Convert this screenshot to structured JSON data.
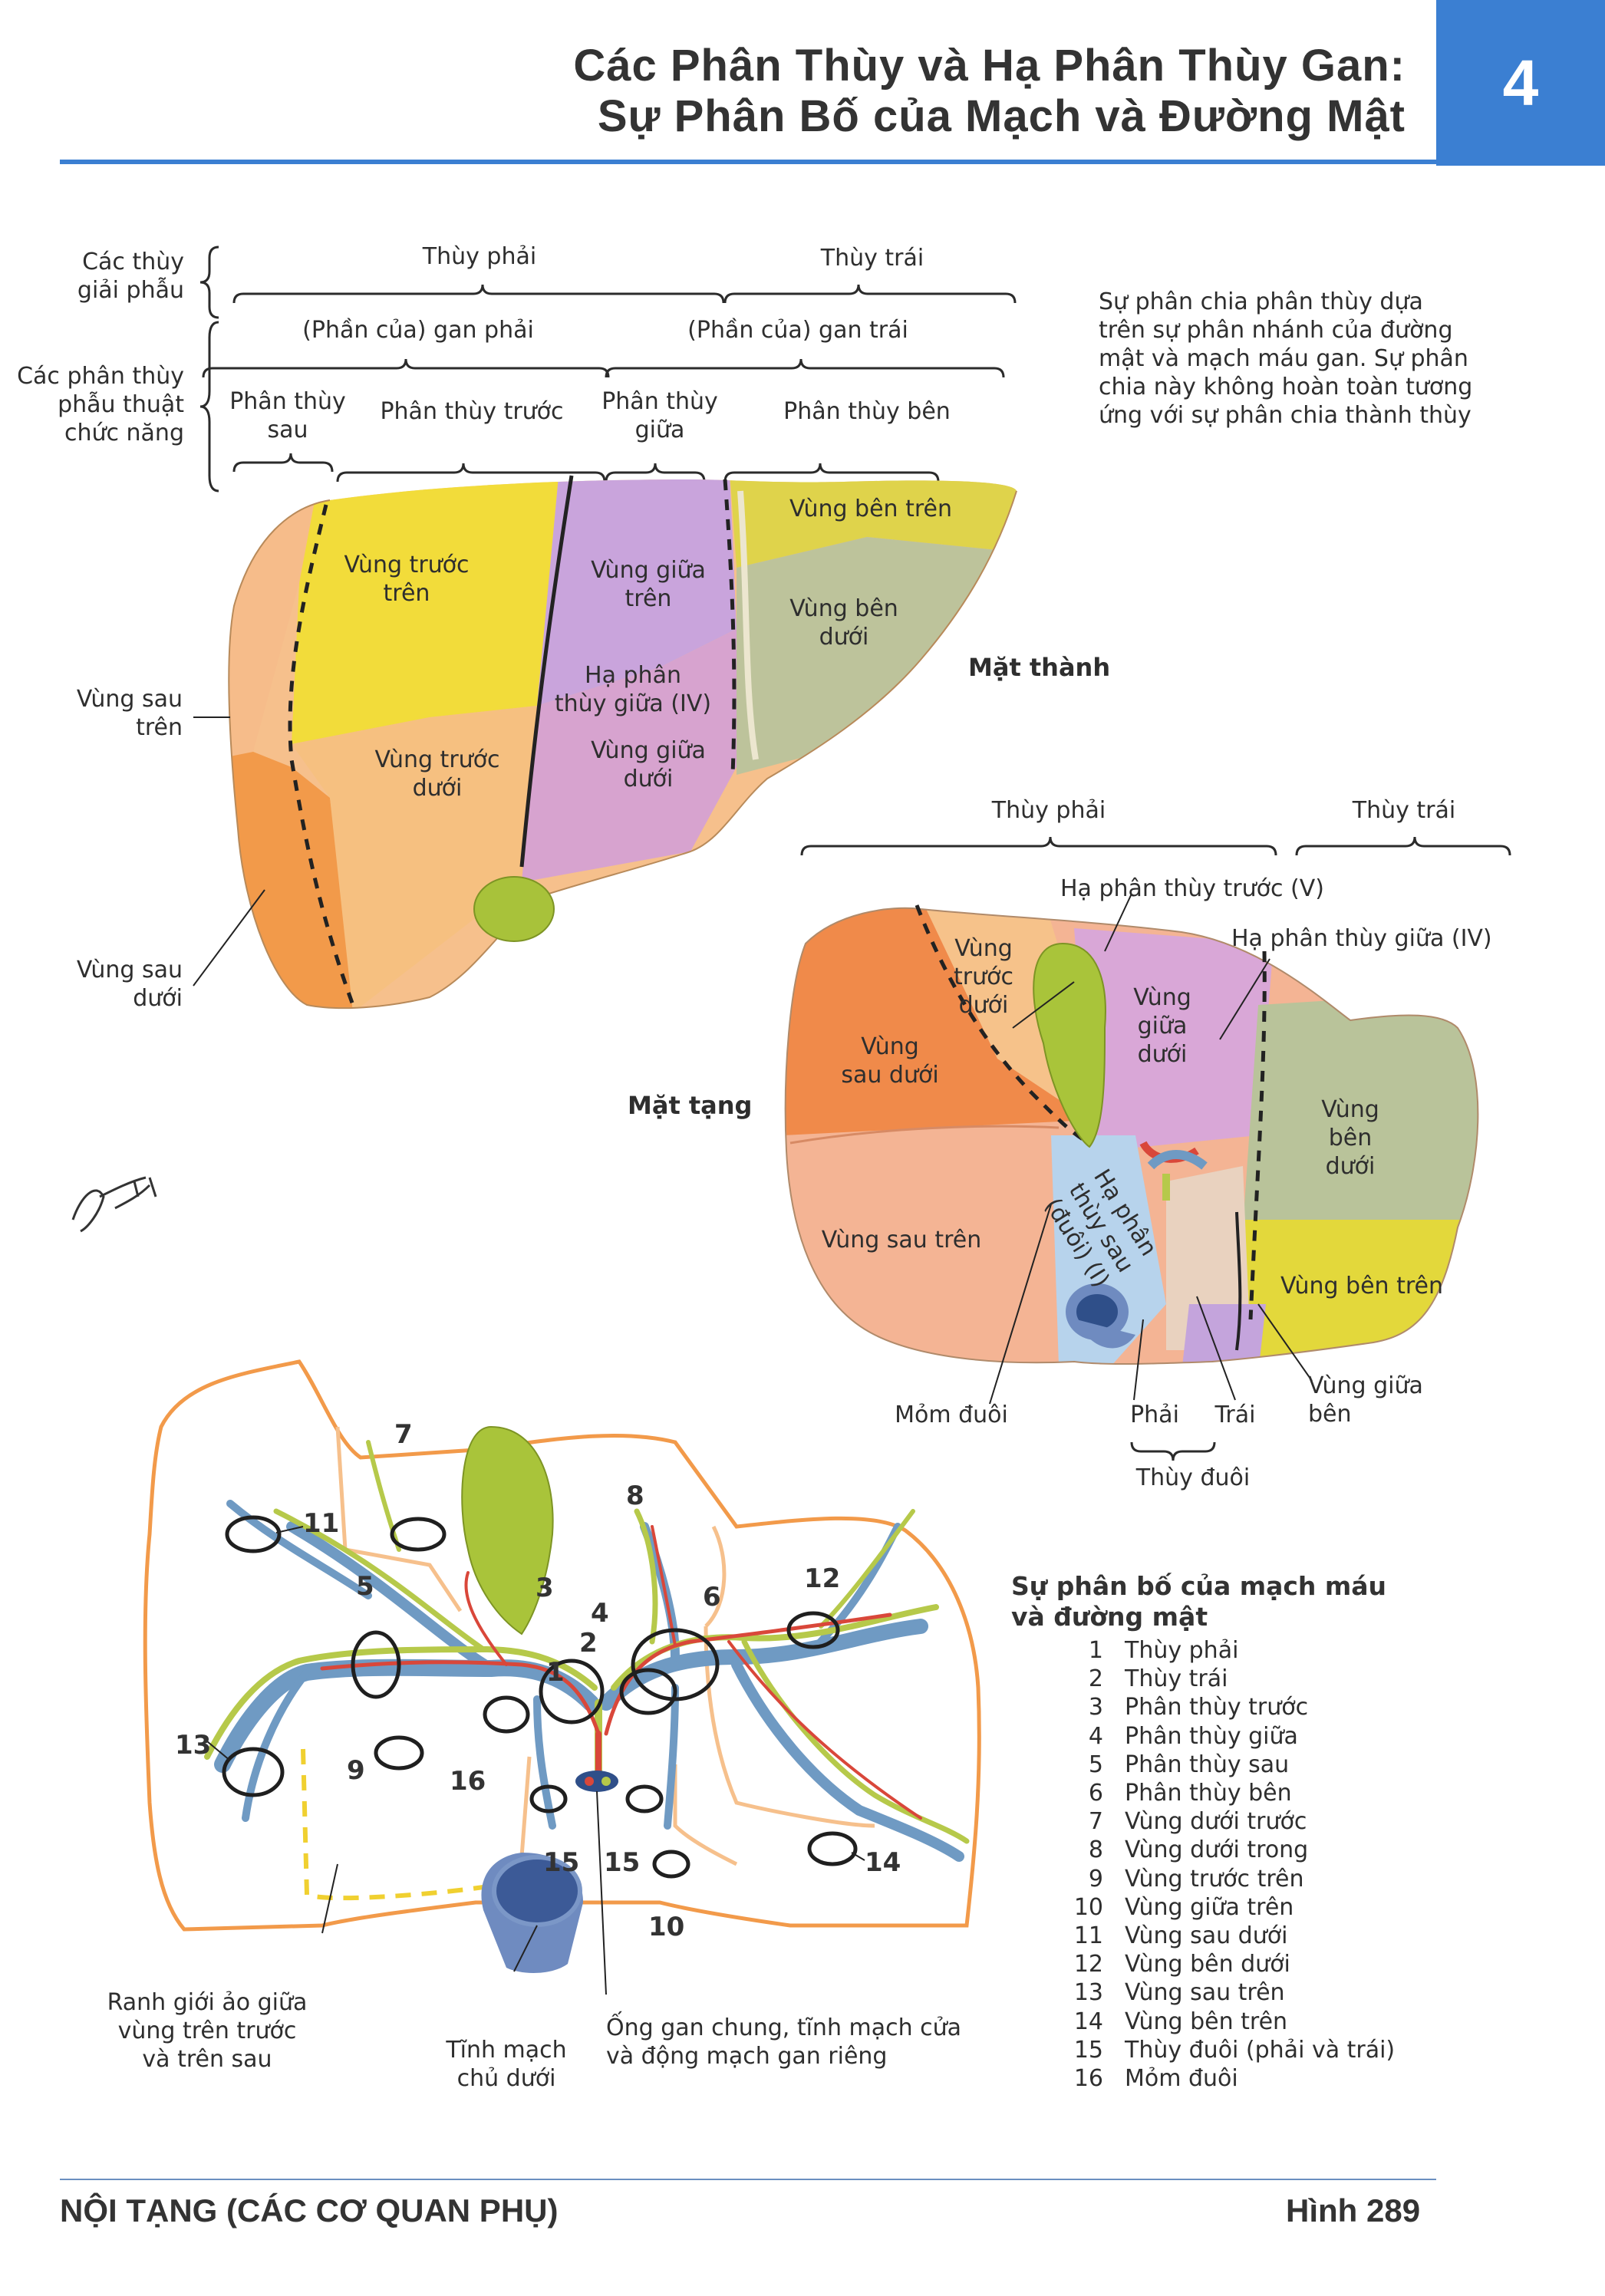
{
  "header": {
    "title_line1": "Các Phân Thùy và Hạ Phân Thùy Gan:",
    "title_line2": "Sự Phân Bố của Mạch và Đường Mật",
    "plate_number": "4"
  },
  "top_diagram": {
    "row_labels": {
      "anatomic": "Các thùy\ngiải phẫu",
      "functional": "Các phân thùy\nphẫu thuật\nchức năng"
    },
    "lobes": {
      "right": "Thùy phải",
      "left": "Thùy trái"
    },
    "parts": {
      "right": "(Phần của) gan phải",
      "left": "(Phần của) gan trái"
    },
    "segments": {
      "posterior": "Phân thùy\nsau",
      "anterior": "Phân thùy trước",
      "medial": "Phân thùy\ngiữa",
      "lateral": "Phân thùy bên"
    },
    "note": "Sự phân chia phân thùy dựa\ntrên sự phân nhánh của đường\nmật và mạch máu gan. Sự phân\nchia này không hoàn toàn tương\nứng với sự phân chia thành thùy",
    "regions": {
      "ant_superior": "Vùng trước\ntrên",
      "ant_inferior": "Vùng trước\ndưới",
      "med_superior": "Vùng giữa\ntrên",
      "med_subsegment": "Hạ phân\nthùy giữa (IV)",
      "med_inferior": "Vùng giữa\ndưới",
      "lat_superior": "Vùng bên trên",
      "lat_inferior": "Vùng bên\ndưới",
      "post_superior": "Vùng sau\ntrên",
      "post_inferior": "Vùng sau\ndưới"
    },
    "surface": "Mặt thành"
  },
  "visceral_diagram": {
    "surface": "Mặt tạng",
    "lobes": {
      "right": "Thùy phải",
      "left": "Thùy trái"
    },
    "callouts": {
      "anterior_sub": "Hạ phân thùy trước (V)",
      "medial_sub": "Hạ phân thùy giữa (IV)"
    },
    "regions": {
      "ant_inferior": "Vùng\ntrước\ndưới",
      "post_inferior": "Vùng\nsau dưới",
      "med_inferior": "Vùng\ngiữa\ndưới",
      "lat_inferior": "Vùng\nbên\ndưới",
      "post_superior": "Vùng sau trên",
      "caudate": "Hạ phân\nthùy sau\n(đuôi) (I)",
      "lat_superior": "Vùng bên trên",
      "med_lateral": "Vùng giữa\nbên"
    },
    "bottom": {
      "process": "Mỏm đuôi",
      "right": "Phải",
      "left": "Trái",
      "caudate_lobe": "Thùy đuôi"
    }
  },
  "vascular_diagram": {
    "numbers": [
      "1",
      "2",
      "3",
      "4",
      "5",
      "6",
      "7",
      "8",
      "9",
      "10",
      "11",
      "12",
      "13",
      "14",
      "15",
      "15",
      "16"
    ],
    "captions": {
      "boundary": "Ranh giới ảo giữa\nvùng trên trước\nvà trên sau",
      "ivc": "Tĩnh mạch\nchủ dưới",
      "duct": "Ống gan chung, tĩnh mạch cửa\nvà động mạch gan riêng"
    },
    "legend_title": "Sự phân bố của mạch máu\nvà đường mật",
    "legend": [
      {
        "n": "1",
        "t": "Thùy phải"
      },
      {
        "n": "2",
        "t": "Thùy trái"
      },
      {
        "n": "3",
        "t": "Phân thùy trước"
      },
      {
        "n": "4",
        "t": "Phân thùy giữa"
      },
      {
        "n": "5",
        "t": "Phân thùy sau"
      },
      {
        "n": "6",
        "t": "Phân thùy bên"
      },
      {
        "n": "7",
        "t": "Vùng dưới trước"
      },
      {
        "n": "8",
        "t": "Vùng dưới trong"
      },
      {
        "n": "9",
        "t": "Vùng trước trên"
      },
      {
        "n": "10",
        "t": "Vùng giữa trên"
      },
      {
        "n": "11",
        "t": "Vùng sau dưới"
      },
      {
        "n": "12",
        "t": "Vùng bên dưới"
      },
      {
        "n": "13",
        "t": "Vùng sau trên"
      },
      {
        "n": "14",
        "t": "Vùng bên trên"
      },
      {
        "n": "15",
        "t": "Thùy đuôi (phải và trái)"
      },
      {
        "n": "16",
        "t": "Mỏm đuôi"
      }
    ]
  },
  "footer": {
    "section": "NỘI TẠNG (CÁC CƠ QUAN PHỤ)",
    "figure": "Hình 289"
  },
  "colors": {
    "accent_blue": "#3b7fd2",
    "yellow": "#f2dc3a",
    "orange": "#f29a4a",
    "peach": "#f6c08c",
    "violet": "#c9a0d8",
    "olive": "#b9c39a",
    "portal_blue": "#6f9ac3",
    "artery_red": "#d9473a",
    "duct_green": "#b6c94a"
  }
}
